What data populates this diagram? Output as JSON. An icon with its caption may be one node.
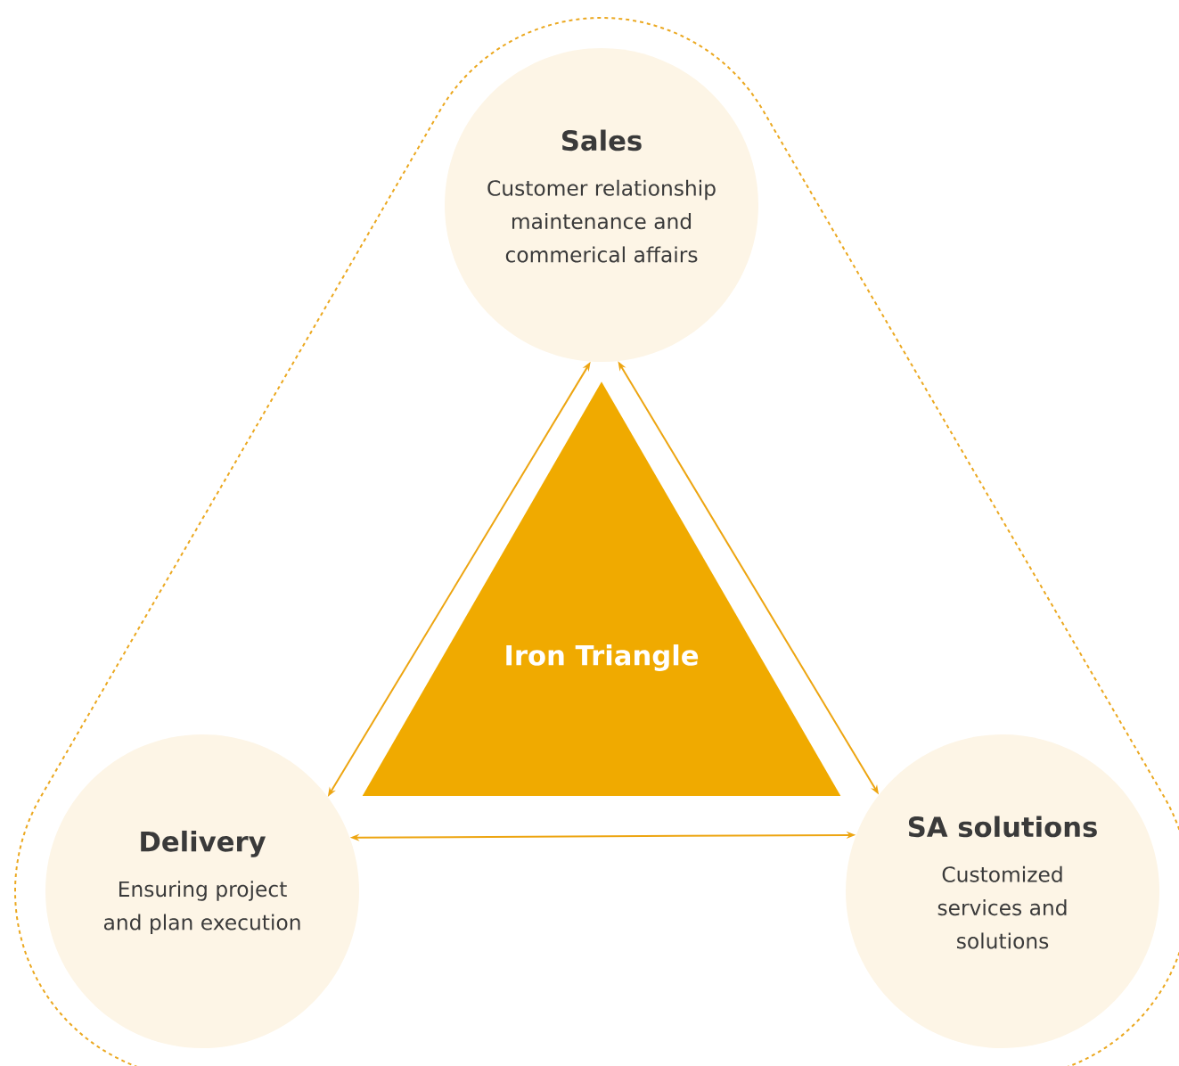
{
  "diagram": {
    "nodes": [
      {
        "text": [
          "Sales",
          "Customer relationship maintenance and commerical affairs"
        ]
      },
      {
        "text": [
          "Iron Triangle"
        ]
      },
      {
        "text": [
          "Delivery",
          "Ensuring project and plan execution"
        ]
      },
      {
        "text": [
          "SA solutions",
          "Customized services and solutions"
        ]
      }
    ],
    "edges": [
      {
        "from": 0,
        "to": 2,
        "arrow": "both"
      },
      {
        "from": 0,
        "to": 3,
        "arrow": "both"
      },
      {
        "from": 2,
        "to": 3,
        "arrow": "both"
      }
    ]
  }
}
